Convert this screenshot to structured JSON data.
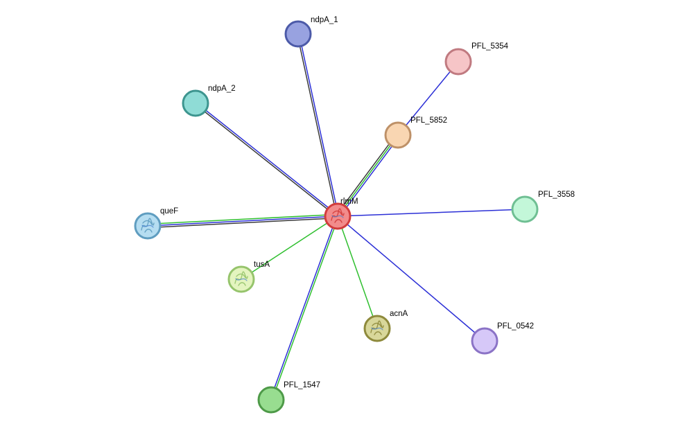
{
  "edge_colors": {
    "blue": "#2b2fd6",
    "dark": "#3a3a3a",
    "green": "#2fbf2f"
  },
  "nodes": [
    {
      "id": "rlmM",
      "label": "rlmM",
      "fill": "#f28b8b",
      "stroke": "#d23c3c",
      "has_structure": true
    },
    {
      "id": "ndpA_1",
      "label": "ndpA_1",
      "fill": "#98a2e0",
      "stroke": "#4c5aa8",
      "has_structure": false
    },
    {
      "id": "PFL_5354",
      "label": "PFL_5354",
      "fill": "#f6c5c7",
      "stroke": "#c07a80",
      "has_structure": false
    },
    {
      "id": "ndpA_2",
      "label": "ndpA_2",
      "fill": "#8fdcd6",
      "stroke": "#3d958f",
      "has_structure": false
    },
    {
      "id": "PFL_5852",
      "label": "PFL_5852",
      "fill": "#f9d6b2",
      "stroke": "#be9168",
      "has_structure": false
    },
    {
      "id": "PFL_3558",
      "label": "PFL_3558",
      "fill": "#c3f7d9",
      "stroke": "#6fbf93",
      "has_structure": false
    },
    {
      "id": "queF",
      "label": "queF",
      "fill": "#b5ddf1",
      "stroke": "#5f9dc0",
      "has_structure": true
    },
    {
      "id": "tusA",
      "label": "tusA",
      "fill": "#e4f4bf",
      "stroke": "#96c46c",
      "has_structure": true
    },
    {
      "id": "acnA",
      "label": "acnA",
      "fill": "#d8d79a",
      "stroke": "#8e8a3c",
      "has_structure": true
    },
    {
      "id": "PFL_0542",
      "label": "PFL_0542",
      "fill": "#d6c8f8",
      "stroke": "#8b73c6",
      "has_structure": false
    },
    {
      "id": "PFL_1547",
      "label": "PFL_1547",
      "fill": "#98dd90",
      "stroke": "#4e9a48",
      "has_structure": false
    }
  ],
  "edges": [
    {
      "source": "rlmM",
      "target": "ndpA_1",
      "colors": [
        "dark",
        "blue"
      ]
    },
    {
      "source": "rlmM",
      "target": "ndpA_2",
      "colors": [
        "dark",
        "blue"
      ]
    },
    {
      "source": "rlmM",
      "target": "PFL_5852",
      "colors": [
        "dark",
        "green",
        "blue"
      ]
    },
    {
      "source": "PFL_5852",
      "target": "PFL_5354",
      "colors": [
        "blue"
      ]
    },
    {
      "source": "rlmM",
      "target": "PFL_3558",
      "colors": [
        "blue"
      ]
    },
    {
      "source": "rlmM",
      "target": "queF",
      "colors": [
        "dark",
        "blue",
        "green"
      ]
    },
    {
      "source": "rlmM",
      "target": "tusA",
      "colors": [
        "green"
      ]
    },
    {
      "source": "rlmM",
      "target": "acnA",
      "colors": [
        "green"
      ]
    },
    {
      "source": "rlmM",
      "target": "PFL_0542",
      "colors": [
        "blue"
      ]
    },
    {
      "source": "rlmM",
      "target": "PFL_1547",
      "colors": [
        "green",
        "blue"
      ]
    }
  ]
}
